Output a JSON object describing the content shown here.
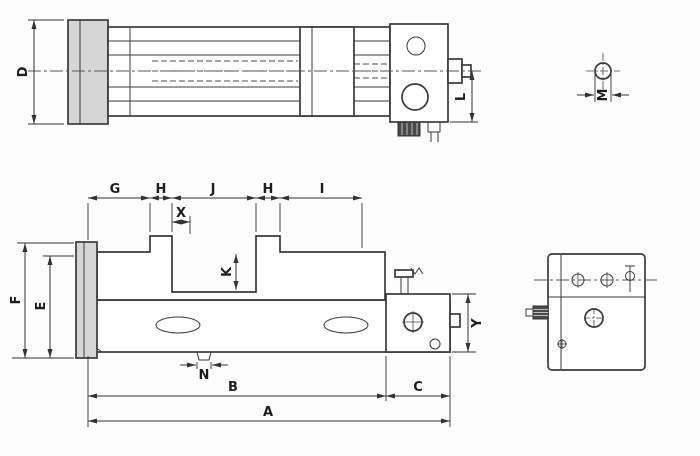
{
  "plan_view": {
    "dim_d": "D",
    "dim_l": "L"
  },
  "hole_detail": {
    "dim_m": "M"
  },
  "front_view": {
    "dim_g": "G",
    "dim_h_left": "H",
    "dim_j": "J",
    "dim_h_right": "H",
    "dim_i": "I",
    "dim_x": "X",
    "dim_k": "K",
    "dim_e": "E",
    "dim_f": "F",
    "dim_y": "Y",
    "dim_n": "N",
    "dim_b": "B",
    "dim_c": "C",
    "dim_a": "A"
  },
  "style": {
    "line_color": "#3a3a3a",
    "background": "#fdfdfd",
    "shaded_fill": "#d6d6d6"
  }
}
